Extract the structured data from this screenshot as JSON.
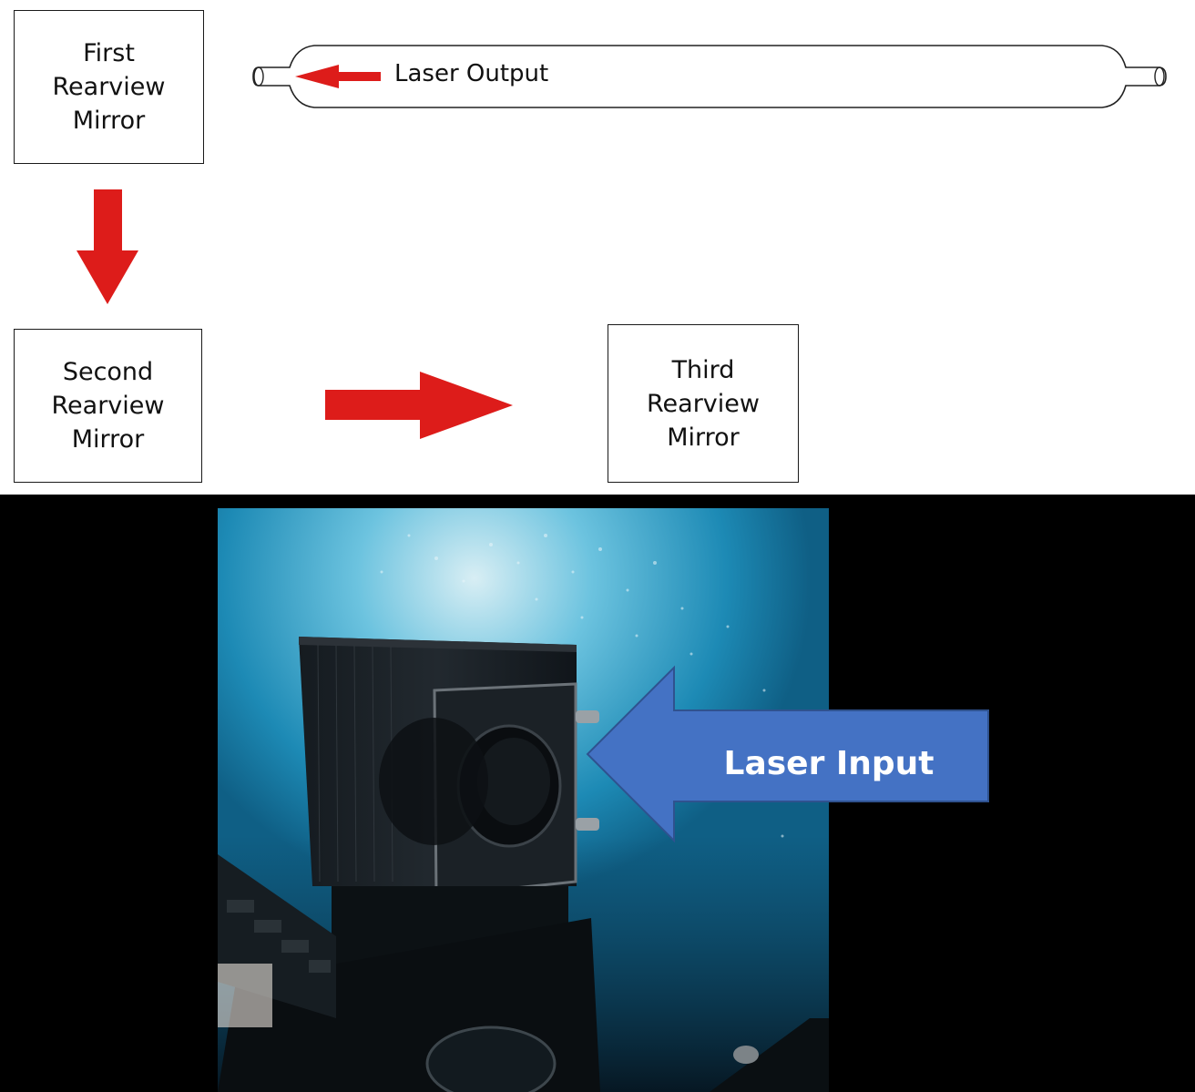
{
  "boxes": {
    "first": {
      "line1": "First",
      "line2": "Rearview",
      "line3": "Mirror"
    },
    "second": {
      "line1": "Second",
      "line2": "Rearview",
      "line3": "Mirror"
    },
    "third": {
      "line1": "Third",
      "line2": "Rearview",
      "line3": "Mirror"
    }
  },
  "tube": {
    "label": "Laser Output"
  },
  "photo": {
    "arrow_label": "Laser Input"
  },
  "colors": {
    "arrow_red": "#dd1c1a",
    "arrow_blue": "#4472c4",
    "photo_background": "#1e8fb8"
  }
}
